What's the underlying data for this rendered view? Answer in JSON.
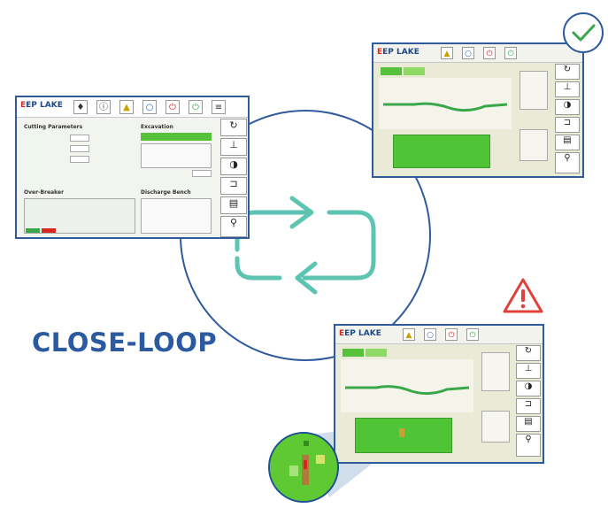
{
  "diagram": {
    "label": "CLOSE-LOOP",
    "colors": {
      "loop_circle": "#2f5b9c",
      "arrow": "#5cc4b1",
      "label": "#2c5aa0",
      "check": "#3aa84a",
      "warning": "#e0413a"
    },
    "status_icons": {
      "top_right": "check-icon",
      "bottom_right": "warning-icon"
    }
  },
  "screens": {
    "left": {
      "logo": "EP LAKE",
      "panels": {
        "top_left_title": "Cutting Parameters",
        "top_right_title": "Excavation",
        "bottom_left_title": "Over-Breaker",
        "bottom_right_title": "Discharge Bench"
      }
    },
    "top_right": {
      "logo": "EP LAKE",
      "status": "ok"
    },
    "bottom_right": {
      "logo": "EP LAKE",
      "status": "warning"
    }
  }
}
